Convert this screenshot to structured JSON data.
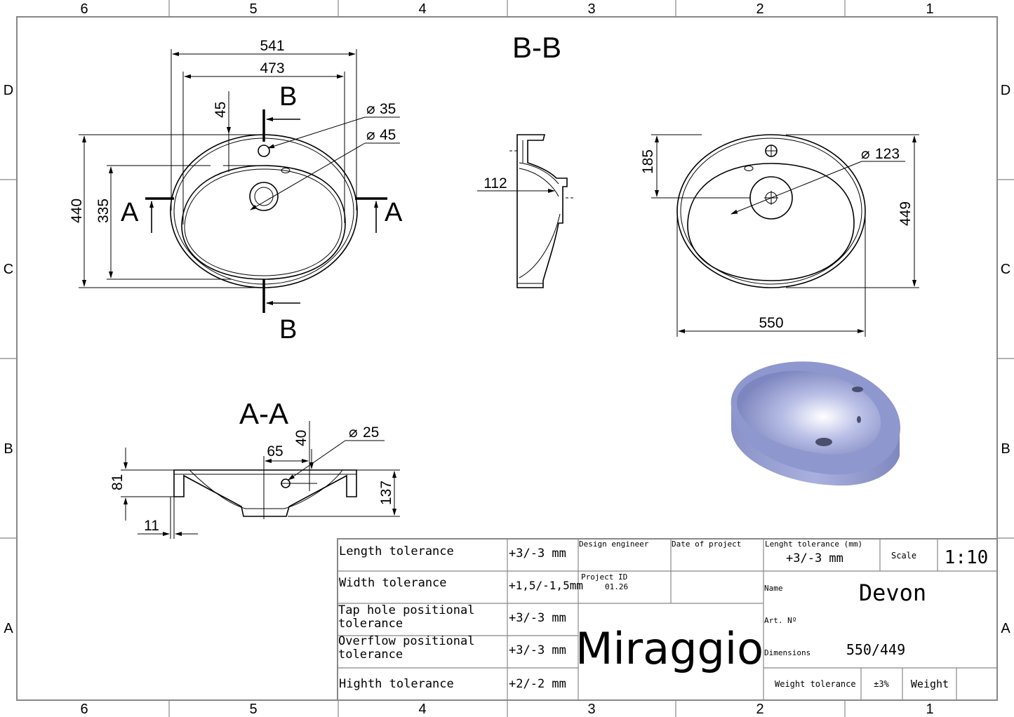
{
  "frame": {
    "columns": [
      "6",
      "5",
      "4",
      "3",
      "2",
      "1"
    ],
    "rows": [
      "D",
      "C",
      "B",
      "A"
    ]
  },
  "top_view": {
    "dims": {
      "w_outer": "541",
      "w_inner": "473",
      "tap_offset": "45",
      "tap_dia": "35",
      "overflow_dia": "45",
      "h_outer": "440",
      "h_inner": "335"
    },
    "section_a_label": "A",
    "section_b_label": "B"
  },
  "section_bb": {
    "title": "B-B",
    "dims": {
      "depth": "112"
    }
  },
  "top_view_right": {
    "dims": {
      "drain_offset": "185",
      "drain_dia": "123",
      "height": "449",
      "width": "550"
    }
  },
  "section_aa": {
    "title": "A-A",
    "dims": {
      "rim": "81",
      "drain_dx": "65",
      "drain_dy": "40",
      "overflow_dia": "25",
      "total": "137",
      "wall": "11"
    }
  },
  "title_block": {
    "tolerances": [
      {
        "label": "Length tolerance",
        "value": "+3/-3 mm"
      },
      {
        "label": "Width tolerance",
        "value": "+1,5/-1,5mm"
      },
      {
        "label": "Tap hole positional tolerance",
        "value": "+3/-3 mm"
      },
      {
        "label": "Overflow positional tolerance",
        "value": "+3/-3 mm"
      },
      {
        "label": "Highth tolerance",
        "value": "+2/-2 mm"
      }
    ],
    "design_engineer_label": "Design engineer",
    "date_of_project_label": "Date of project",
    "project_id_label": "Project ID",
    "project_id_value": "01.26",
    "brand": "Miraggio",
    "length_tol_label": "Lenght tolerance (mm)",
    "length_tol_value": "+3/-3 mm",
    "scale_label": "Scale",
    "scale_value": "1:10",
    "name_label": "Name",
    "name_value": "Devon",
    "art_label": "Art. Nº",
    "dimensions_label": "Dimensions",
    "dimensions_value": "550/449",
    "weight_tol_label": "Weight tolerance",
    "weight_tol_value": "±3%",
    "weight_label": "Weight"
  }
}
